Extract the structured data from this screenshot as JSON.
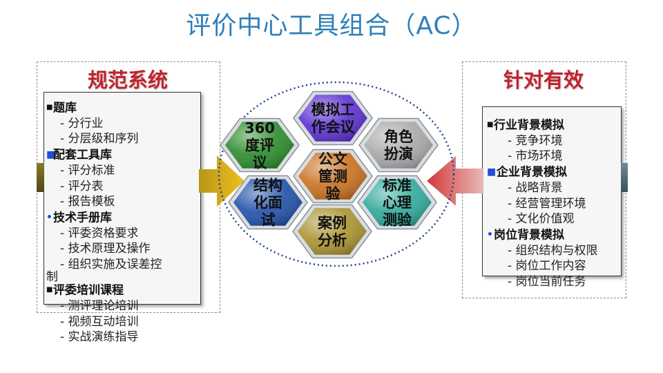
{
  "title": "评价中心工具组合（AC）",
  "left": {
    "heading": "规范系统",
    "sections": [
      {
        "label": "题库",
        "items": [
          "分行业",
          "分层级和序列"
        ]
      },
      {
        "label": "配套工具库",
        "items": [
          "评分标准",
          "评分表",
          "报告模板"
        ]
      },
      {
        "label": "技术手册库",
        "items": [
          "评委资格要求",
          "技术原理及操作",
          "组织实施及误差控"
        ],
        "wrap": "制"
      },
      {
        "label": "评委培训课程",
        "items": [
          "测评理论培训",
          "视频互动培训",
          "实战演练指导"
        ]
      }
    ]
  },
  "right": {
    "heading": "针对有效",
    "sections": [
      {
        "label": "行业背景模拟",
        "items": [
          "竞争环境",
          "市场环境"
        ]
      },
      {
        "label": "企业背景模拟",
        "items": [
          "战略背景",
          "经营管理环境",
          "文化价值观"
        ]
      },
      {
        "label": "岗位背景模拟",
        "items": [
          "组织结构与权限",
          "岗位工作内容",
          "岗位当前任务"
        ]
      }
    ]
  },
  "hexagons": [
    {
      "id": "moni",
      "lines": [
        "模拟工",
        "作会议"
      ],
      "color": "#5a2fd0"
    },
    {
      "id": "p360",
      "lines": [
        "360",
        "度评",
        "议"
      ],
      "color": "#2a8a2a"
    },
    {
      "id": "juese",
      "lines": [
        "角色",
        "扮演"
      ],
      "color": "#a8a8a8"
    },
    {
      "id": "gongwen",
      "lines": [
        "公文",
        "筐测",
        "验"
      ],
      "color": "#c8701e"
    },
    {
      "id": "jiegou",
      "lines": [
        "结构",
        "化面",
        "试"
      ],
      "color": "#1f4fa8"
    },
    {
      "id": "xinli",
      "lines": [
        "标准",
        "心理",
        "测验"
      ],
      "color": "#2fa89a"
    },
    {
      "id": "anli",
      "lines": [
        "案例",
        "分析"
      ],
      "color": "#a8922e"
    }
  ]
}
